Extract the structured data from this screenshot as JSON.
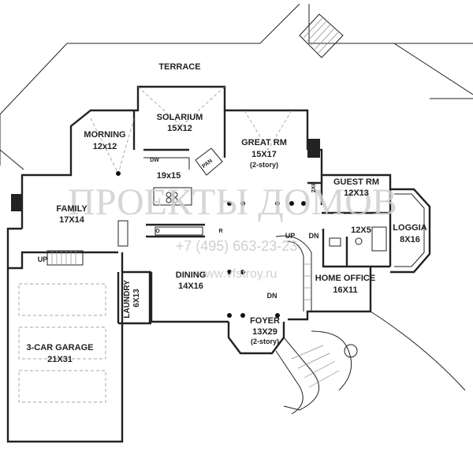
{
  "rooms": {
    "terrace": "TERRACE",
    "solarium": {
      "name": "SOLARIUM",
      "size": "15X12"
    },
    "morning": {
      "name": "MORNING",
      "size": "12x12"
    },
    "kitchen": {
      "size": "19x15"
    },
    "great_rm": {
      "name": "GREAT RM",
      "size": "15X17",
      "note": "(2-story)"
    },
    "guest_rm": {
      "name": "GUEST RM",
      "size": "12X13"
    },
    "loggia": {
      "name": "LOGGIA",
      "size": "8X16"
    },
    "bath": {
      "size": "12X5"
    },
    "family": {
      "name": "FAMILY",
      "size": "17X14"
    },
    "dining": {
      "name": "DINING",
      "size": "14X16"
    },
    "home_office": {
      "name": "HOME OFFICE",
      "size": "16X11"
    },
    "foyer": {
      "name": "FOYER",
      "size": "13X29",
      "note": "(2-story)"
    },
    "laundry": {
      "name": "LAUNDRY",
      "size": "6X13"
    },
    "garage": {
      "name": "3-CAR GARAGE",
      "size": "21X31"
    }
  },
  "labels": {
    "dw": "DW",
    "pan": "PAN",
    "closet": "2X6",
    "up_family": "UP",
    "up_foyer": "UP",
    "dn_foyer": "DN",
    "dn_office": "DN",
    "o": "O",
    "r": "R"
  },
  "watermark": {
    "brand": "ПРОЕКТЫ ДОМОВ",
    "phone": "+7 (495) 663-23-23",
    "site": "www.vfstroy.ru"
  }
}
